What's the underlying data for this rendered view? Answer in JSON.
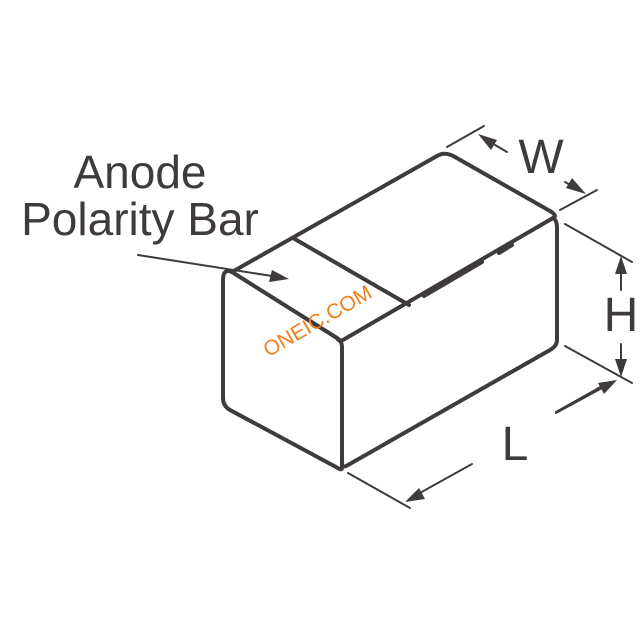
{
  "labels": {
    "callout_line1": "Anode",
    "callout_line2": "Polarity Bar",
    "width": "W",
    "height": "H",
    "length": "L"
  },
  "watermark": {
    "text": "ONEIC.COM",
    "color": "#ee7f1a"
  },
  "colors": {
    "outline": "#3f3b3c",
    "background": "#ffffff"
  }
}
